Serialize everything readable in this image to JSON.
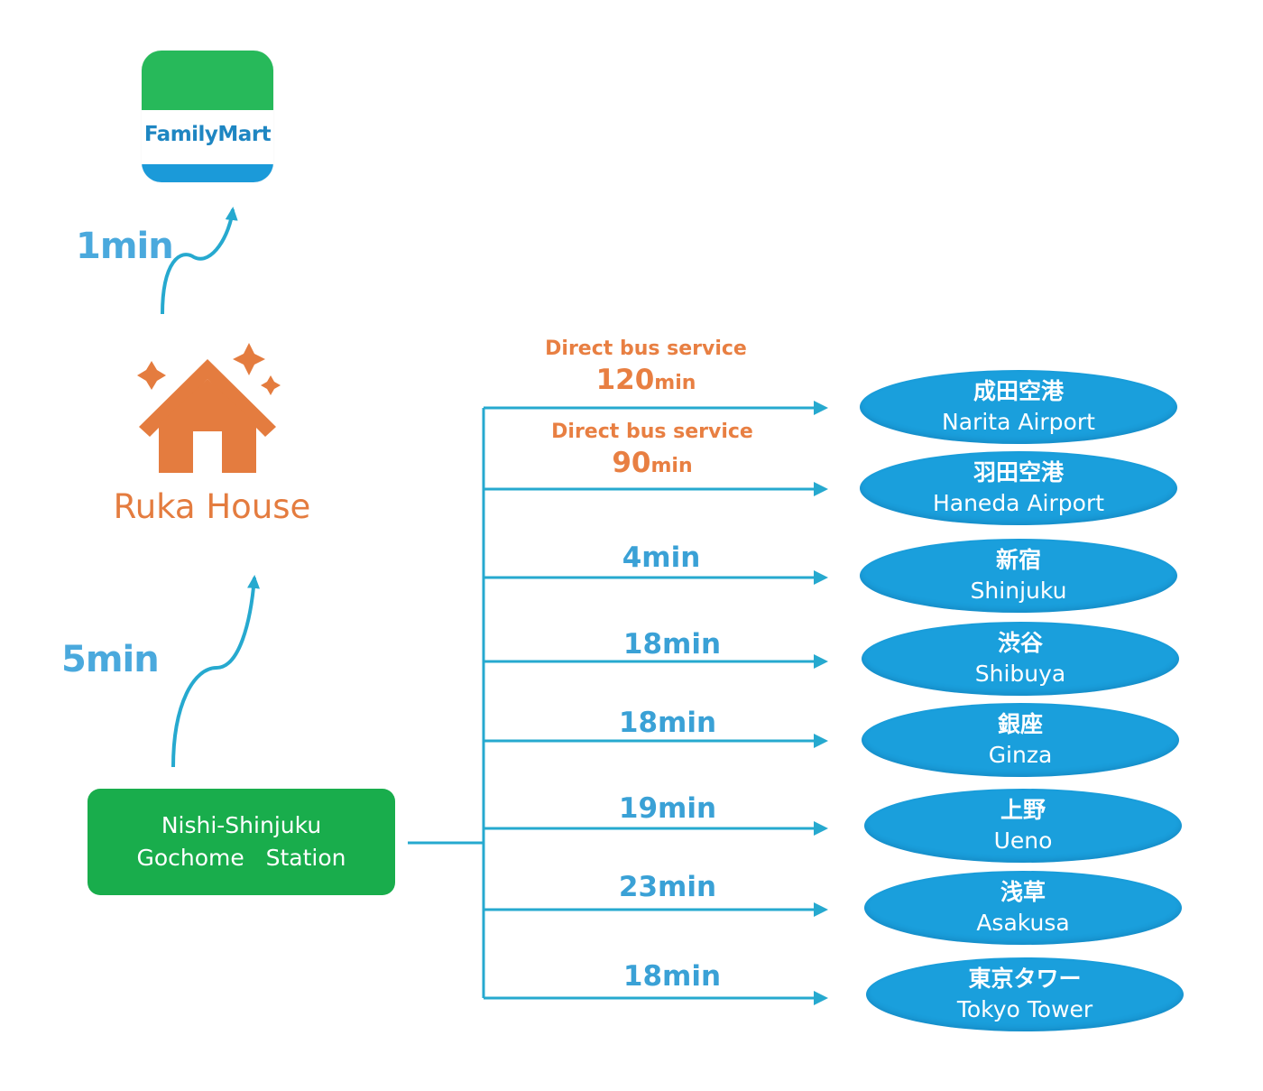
{
  "familymart": {
    "brand": "FamilyMart"
  },
  "walks": [
    {
      "label": "1min",
      "from": "Ruka House",
      "to": "FamilyMart"
    },
    {
      "label": "5min",
      "from": "Nishi-Shinjuku Gochome Station",
      "to": "Ruka House"
    }
  ],
  "house": {
    "name": "Ruka House"
  },
  "station": {
    "line1": "Nishi-Shinjuku",
    "line2": "Gochome   Station"
  },
  "routes": [
    {
      "service": "Direct bus service",
      "time_num": "120",
      "time_unit": "min",
      "dest_jp": "成田空港",
      "dest_en": "Narita Airport"
    },
    {
      "service": "Direct bus service",
      "time_num": "90",
      "time_unit": "min",
      "dest_jp": "羽田空港",
      "dest_en": "Haneda Airport"
    },
    {
      "time": "4min",
      "dest_jp": "新宿",
      "dest_en": "Shinjuku"
    },
    {
      "time": "18min",
      "dest_jp": "渋谷",
      "dest_en": "Shibuya"
    },
    {
      "time": "18min",
      "dest_jp": "銀座",
      "dest_en": "Ginza"
    },
    {
      "time": "19min",
      "dest_jp": "上野",
      "dest_en": "Ueno"
    },
    {
      "time": "23min",
      "dest_jp": "浅草",
      "dest_en": "Asakusa"
    },
    {
      "time": "18min",
      "dest_jp": "東京タワー",
      "dest_en": "Tokyo Tower"
    }
  ],
  "colors": {
    "line": "#26a9cf",
    "green": "#19ad4c",
    "orange": "#e47c3f",
    "dest_blue": "#1a9fdc",
    "time_blue": "#3aa1d6"
  }
}
